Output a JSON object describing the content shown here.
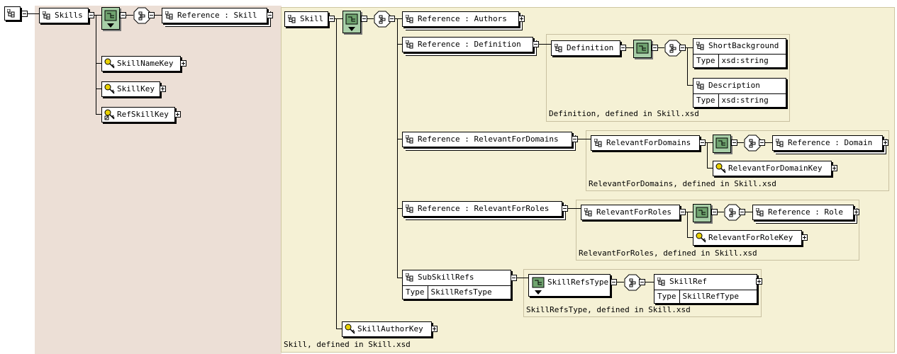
{
  "colors": {
    "skills_panel": "#ecdfd6",
    "skill_panel": "#f5f1d5",
    "complex_type": "#a8cfa8",
    "key_icon": "#e8d000"
  },
  "skills": {
    "label": "Skills",
    "reference": "Reference : Skill",
    "keys": [
      "SkillNameKey",
      "SkillKey",
      "RefSkillKey"
    ]
  },
  "skill": {
    "label": "Skill",
    "caption": "Skill, defined in Skill.xsd",
    "author_key": "SkillAuthorKey",
    "children": {
      "authors": "Reference : Authors",
      "definition": "Reference : Definition",
      "relevant_domains": "Reference : RelevantForDomains",
      "relevant_roles": "Reference : RelevantForRoles",
      "subskillrefs": "SubSkillRefs"
    }
  },
  "definition": {
    "label": "Definition",
    "caption": "Definition, defined in Skill.xsd",
    "short": {
      "name": "ShortBackground",
      "type_key": "Type",
      "type_val": "xsd:string"
    },
    "desc": {
      "name": "Description",
      "type_key": "Type",
      "type_val": "xsd:string"
    }
  },
  "domains": {
    "label": "RelevantForDomains",
    "reference": "Reference : Domain",
    "key": "RelevantForDomainKey",
    "caption": "RelevantForDomains, defined in Skill.xsd"
  },
  "roles": {
    "label": "RelevantForRoles",
    "reference": "Reference : Role",
    "key": "RelevantForRoleKey",
    "caption": "RelevantForRoles, defined in Skill.xsd"
  },
  "subskill": {
    "type_key": "Type",
    "type_val": "SkillRefsType",
    "refs_type": "SkillRefsType",
    "caption": "SkillRefsType, defined in Skill.xsd",
    "skillref": {
      "name": "SkillRef",
      "type_key": "Type",
      "type_val": "SkillRefType"
    }
  }
}
